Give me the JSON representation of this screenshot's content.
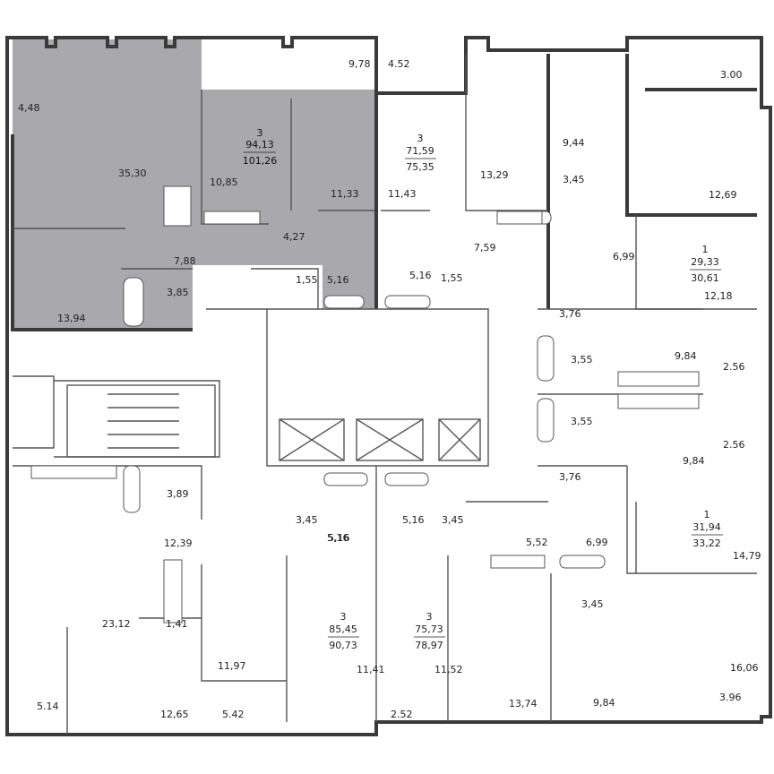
{
  "colors": {
    "selected_fill": "#a9a9ad",
    "wall": "#3a3a3a",
    "background": "#ffffff"
  },
  "apartments": [
    {
      "id": "apt-nw",
      "selected": true,
      "rooms": "3",
      "area_living": "94,13",
      "area_total": "101,26"
    },
    {
      "id": "apt-n",
      "selected": false,
      "rooms": "3",
      "area_living": "71,59",
      "area_total": "75,35"
    },
    {
      "id": "apt-e",
      "selected": false,
      "rooms": "1",
      "area_living": "29,33",
      "area_total": "30,61"
    },
    {
      "id": "apt-se-upper",
      "selected": false,
      "rooms": "1",
      "area_living": "31,94",
      "area_total": "33,22"
    },
    {
      "id": "apt-s",
      "selected": false,
      "rooms": "3",
      "area_living": "85,45",
      "area_total": "90,73"
    },
    {
      "id": "apt-s2",
      "selected": false,
      "rooms": "3",
      "area_living": "75,73",
      "area_total": "78,97"
    }
  ],
  "room_areas": [
    "4,48",
    "35,30",
    "9,78",
    "10,85",
    "11,33",
    "4,27",
    "7,88",
    "3,85",
    "13,94",
    "1,55",
    "5,16",
    "4.52",
    "3.00",
    "9,44",
    "13,29",
    "3,45",
    "11,43",
    "12,69",
    "7,59",
    "6,99",
    "5,16",
    "1,55",
    "12,18",
    "3,76",
    "3,55",
    "9,84",
    "2.56",
    "3,55",
    "2.56",
    "9,84",
    "3,76",
    "14,79",
    "3,89",
    "12,39",
    "23,12",
    "1,41",
    "5.14",
    "12,65",
    "11,97",
    "5.42",
    "3,45",
    "5,16",
    "5,16",
    "5,16",
    "3,45",
    "11,41",
    "11,52",
    "2.52",
    "5,52",
    "6,99",
    "3,45",
    "13,74",
    "9,84",
    "16,06",
    "3.96"
  ]
}
